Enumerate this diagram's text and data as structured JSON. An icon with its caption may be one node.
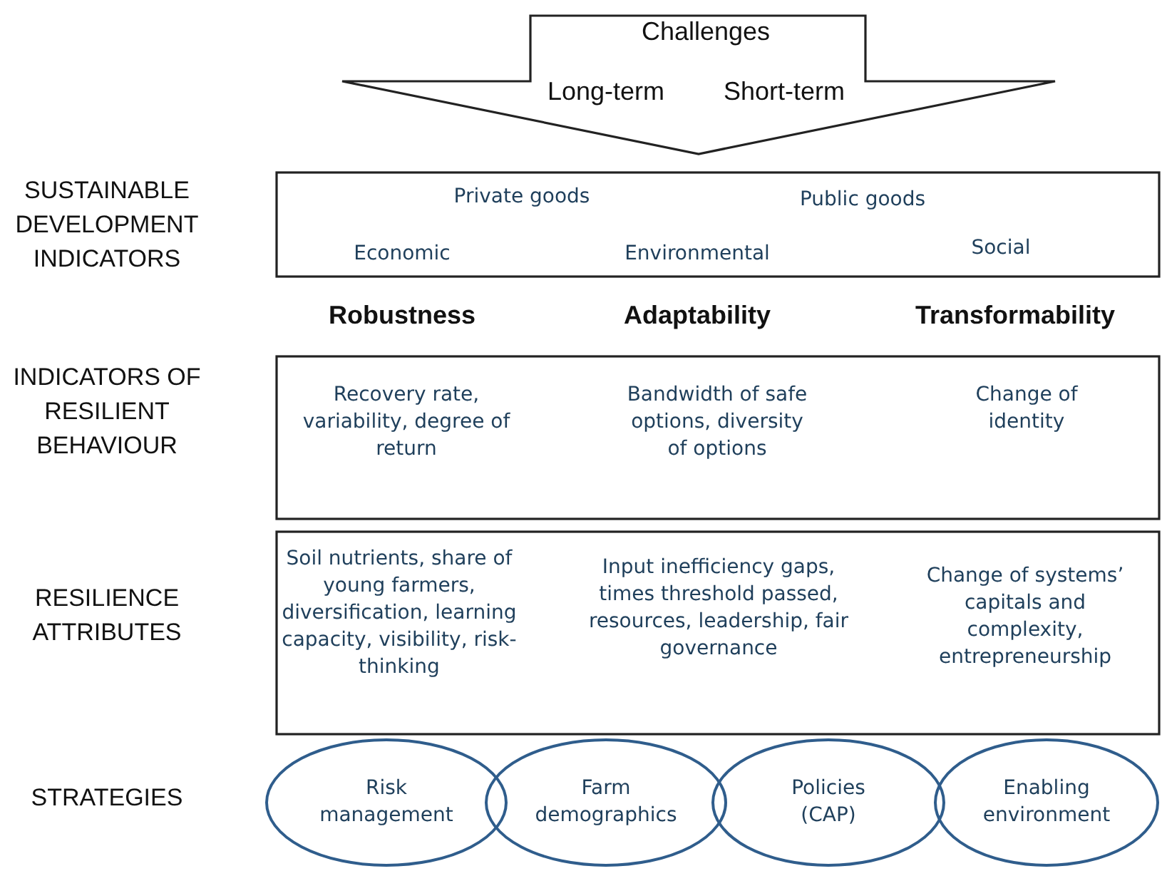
{
  "diagram": {
    "nodes": [
      {
        "text": [
          "Challenges",
          "Long-term",
          "Short-term"
        ]
      },
      {
        "text": [
          "Private goods",
          "Public goods",
          "Economic",
          "Environmental",
          "Social"
        ]
      },
      {
        "text": [
          "Recovery rate, variability, degree of return",
          "Bandwidth of safe options, diversity of options",
          "Change of identity"
        ]
      },
      {
        "text": [
          "Soil nutrients, share of young farmers, diversification, learning capacity, visibility, risk-thinking",
          "Input inefficiency gaps, times threshold passed, resources, leadership, fair governance",
          "Change of systems’ capitals and complexity, entrepreneurship"
        ]
      },
      {
        "text": [
          "Risk management"
        ]
      },
      {
        "text": [
          "Farm demographics"
        ]
      },
      {
        "text": [
          "Policies (CAP)"
        ]
      },
      {
        "text": [
          "Enabling environment"
        ]
      }
    ],
    "labels": [
      "SUSTAINABLE DEVELOPMENT INDICATORS",
      "Robustness",
      "Adaptability",
      "Transformability",
      "INDICATORS OF RESILIENT BEHAVIOUR",
      "RESILIENCE ATTRIBUTES",
      "STRATEGIES"
    ]
  }
}
